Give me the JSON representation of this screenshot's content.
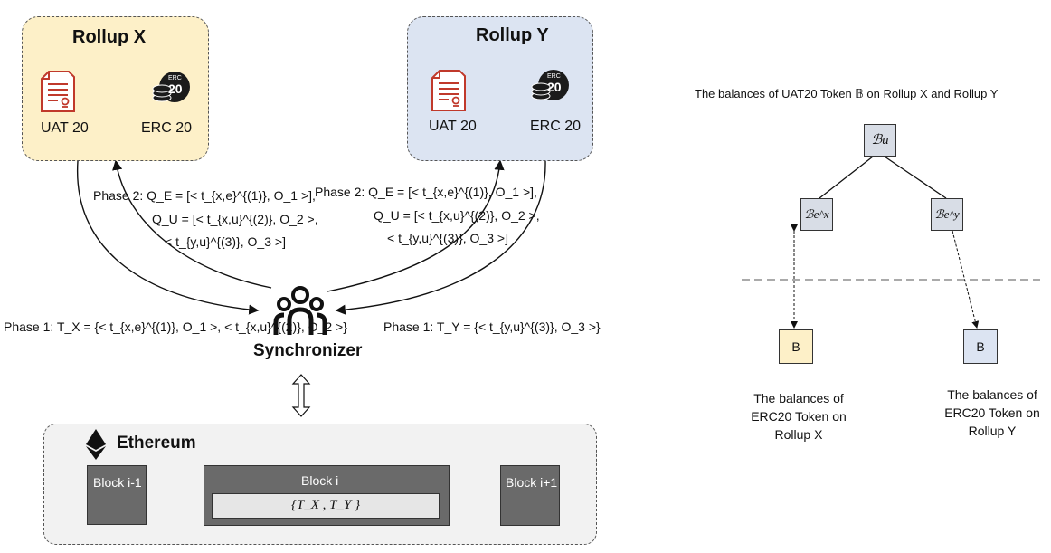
{
  "rollup_x": {
    "title": "Rollup X",
    "uat_label": "UAT 20",
    "erc_label": "ERC 20",
    "color": "#fdf0c8"
  },
  "rollup_y": {
    "title": "Rollup Y",
    "uat_label": "UAT 20",
    "erc_label": "ERC 20",
    "color": "#dce4f2"
  },
  "erc_icon_text": {
    "top": "ERC",
    "num": "20"
  },
  "phase2_left": {
    "line1": "Phase 2:  Q_E = [< t_{x,e}^{(1)}, O_1 >],",
    "line2": "Q_U = [< t_{x,u}^{(2)}, O_2 >,",
    "line3": "< t_{y,u}^{(3)}, O_3 >]"
  },
  "phase2_right": {
    "line1": "Phase 2:  Q_E = [< t_{x,e}^{(1)}, O_1 >],",
    "line2": "Q_U = [< t_{x,u}^{(2)}, O_2 >,",
    "line3": "< t_{y,u}^{(3)}, O_3 >]"
  },
  "phase1_left": "Phase 1:  T_X = {< t_{x,e}^{(1)}, O_1 >, < t_{x,u}^{(2)}, O_2 >}",
  "phase1_right": "Phase 1:  T_Y = {< t_{y,u}^{(3)}, O_3 >}",
  "synchronizer": "Synchronizer",
  "ethereum": {
    "title": "Ethereum",
    "block_prev": "Block i-1",
    "block_cur": "Block i",
    "block_next": "Block i+1",
    "inner": "{T_X , T_Y }"
  },
  "tree": {
    "title": "The balances of UAT20 Token 𝔹 on Rollup X and Rollup Y",
    "root": "ℬu",
    "left": "ℬe^x",
    "right": "ℬe^y",
    "leaf_left": "B",
    "leaf_right": "B",
    "caption_left": [
      "The balances of",
      "ERC20 Token on",
      "Rollup X"
    ],
    "caption_right": [
      "The balances of",
      "ERC20 Token on",
      "Rollup Y"
    ],
    "leaf_left_color": "#fdf0c8",
    "leaf_right_color": "#dce4f2"
  }
}
